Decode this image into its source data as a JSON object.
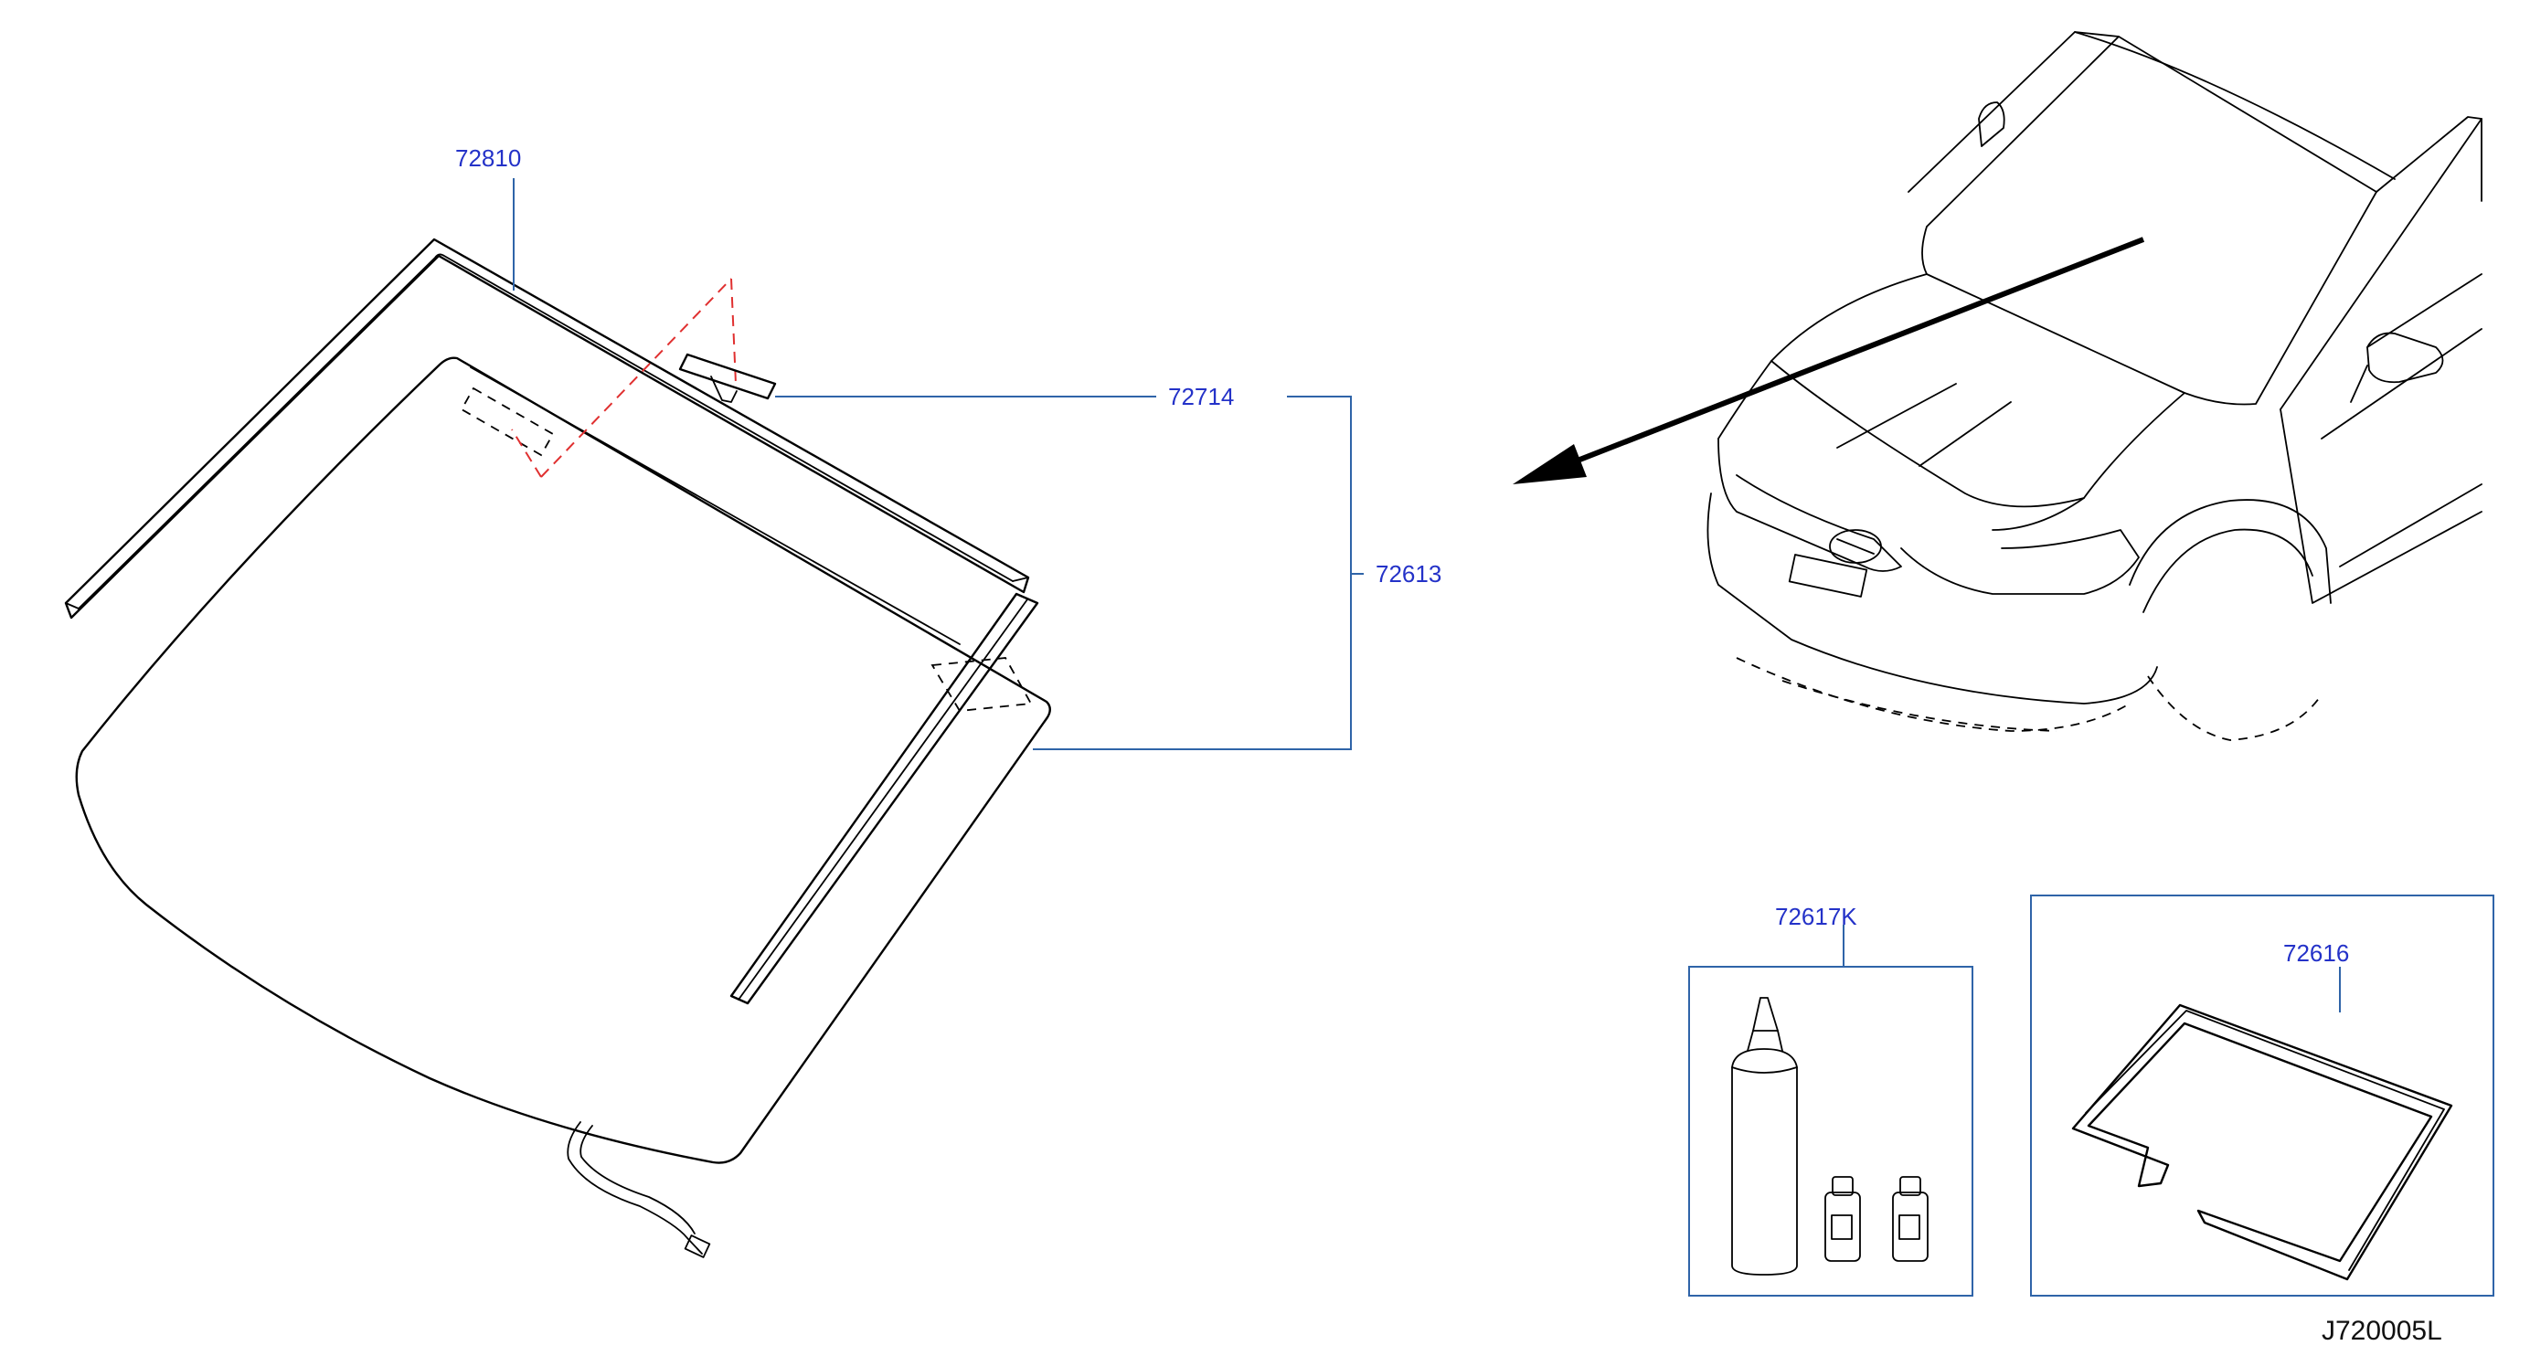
{
  "diagram_code": "J720005L",
  "callouts": {
    "molding_upper": "72810",
    "mirror_base": "72714",
    "windshield_glass": "72613",
    "sealant_kit": "72617K",
    "dam_rubber": "72616"
  },
  "colors": {
    "callout_text": "#2432c8",
    "leader_line": "#2f64a8",
    "phantom_red": "#e03030",
    "linework": "#000000"
  }
}
